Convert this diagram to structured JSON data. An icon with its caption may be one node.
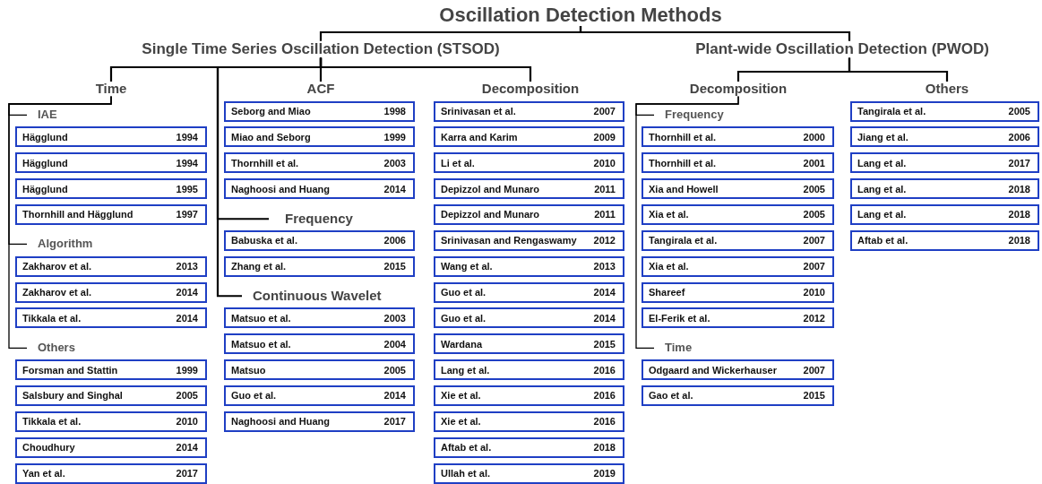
{
  "diagram": {
    "nodes": [
      {
        "text": [
          "Oscillation Detection Methods"
        ]
      },
      {
        "text": [
          "Single Time Series Oscillation Detection (STSOD)"
        ]
      },
      {
        "text": [
          "Plant-wide Oscillation Detection (PWOD)"
        ]
      },
      {
        "text": [
          "Time"
        ]
      },
      {
        "text": [
          "ACF"
        ]
      },
      {
        "text": [
          "Decomposition"
        ]
      },
      {
        "text": [
          "Decomposition"
        ]
      },
      {
        "text": [
          "Others"
        ]
      },
      {
        "text": [
          "IAE"
        ]
      },
      {
        "text": [
          "Algorithm"
        ]
      },
      {
        "text": [
          "Others"
        ]
      },
      {
        "text": [
          "Frequency"
        ]
      },
      {
        "text": [
          "Continuous Wavelet"
        ]
      },
      {
        "text": [
          "Frequency"
        ]
      },
      {
        "text": [
          "Time"
        ]
      },
      {
        "text": [
          "Hägglund",
          "1994"
        ]
      },
      {
        "text": [
          "Hägglund",
          "1994"
        ]
      },
      {
        "text": [
          "Hägglund",
          "1995"
        ]
      },
      {
        "text": [
          "Thornhill and Hägglund",
          "1997"
        ]
      },
      {
        "text": [
          "Zakharov et al.",
          "2013"
        ]
      },
      {
        "text": [
          "Zakharov et al.",
          "2014"
        ]
      },
      {
        "text": [
          "Tikkala et al.",
          "2014"
        ]
      },
      {
        "text": [
          "Forsman and Stattin",
          "1999"
        ]
      },
      {
        "text": [
          "Salsbury and Singhal",
          "2005"
        ]
      },
      {
        "text": [
          "Tikkala et al.",
          "2010"
        ]
      },
      {
        "text": [
          "Choudhury",
          "2014"
        ]
      },
      {
        "text": [
          "Yan et al.",
          "2017"
        ]
      },
      {
        "text": [
          "Seborg and Miao",
          "1998"
        ]
      },
      {
        "text": [
          "Miao and Seborg",
          "1999"
        ]
      },
      {
        "text": [
          "Thornhill et al.",
          "2003"
        ]
      },
      {
        "text": [
          "Naghoosi and Huang",
          "2014"
        ]
      },
      {
        "text": [
          "Babuska et al.",
          "2006"
        ]
      },
      {
        "text": [
          "Zhang et al.",
          "2015"
        ]
      },
      {
        "text": [
          "Matsuo et al.",
          "2003"
        ]
      },
      {
        "text": [
          "Matsuo et al.",
          "2004"
        ]
      },
      {
        "text": [
          "Matsuo",
          "2005"
        ]
      },
      {
        "text": [
          "Guo et al.",
          "2014"
        ]
      },
      {
        "text": [
          "Naghoosi and Huang",
          "2017"
        ]
      },
      {
        "text": [
          "Srinivasan et al.",
          "2007"
        ]
      },
      {
        "text": [
          "Karra and Karim",
          "2009"
        ]
      },
      {
        "text": [
          "Li et al.",
          "2010"
        ]
      },
      {
        "text": [
          "Depizzol and Munaro",
          "2011"
        ]
      },
      {
        "text": [
          "Depizzol and Munaro",
          "2011"
        ]
      },
      {
        "text": [
          "Srinivasan and Rengaswamy",
          "2012"
        ]
      },
      {
        "text": [
          "Wang et al.",
          "2013"
        ]
      },
      {
        "text": [
          "Guo et al.",
          "2014"
        ]
      },
      {
        "text": [
          "Guo et al.",
          "2014"
        ]
      },
      {
        "text": [
          "Wardana",
          "2015"
        ]
      },
      {
        "text": [
          "Lang et al.",
          "2016"
        ]
      },
      {
        "text": [
          "Xie et al.",
          "2016"
        ]
      },
      {
        "text": [
          "Xie et al.",
          "2016"
        ]
      },
      {
        "text": [
          "Aftab et al.",
          "2018"
        ]
      },
      {
        "text": [
          "Ullah et al.",
          "2019"
        ]
      },
      {
        "text": [
          "Thornhill et al.",
          "2000"
        ]
      },
      {
        "text": [
          "Thornhill et al.",
          "2001"
        ]
      },
      {
        "text": [
          "Xia and Howell",
          "2005"
        ]
      },
      {
        "text": [
          "Xia et al.",
          "2005"
        ]
      },
      {
        "text": [
          "Tangirala et al.",
          "2007"
        ]
      },
      {
        "text": [
          "Xia et al.",
          "2007"
        ]
      },
      {
        "text": [
          "Shareef",
          "2010"
        ]
      },
      {
        "text": [
          "El-Ferik et al.",
          "2012"
        ]
      },
      {
        "text": [
          "Odgaard and Wickerhauser",
          "2007"
        ]
      },
      {
        "text": [
          "Gao et al.",
          "2015"
        ]
      },
      {
        "text": [
          "Tangirala et al.",
          "2005"
        ]
      },
      {
        "text": [
          "Jiang et al.",
          "2006"
        ]
      },
      {
        "text": [
          "Lang et al.",
          "2017"
        ]
      },
      {
        "text": [
          "Lang et al.",
          "2018"
        ]
      },
      {
        "text": [
          "Lang et al.",
          "2018"
        ]
      },
      {
        "text": [
          "Aftab et al.",
          "2018"
        ]
      }
    ],
    "edges": [
      {
        "from": 0,
        "to": 1,
        "arrow": "none"
      },
      {
        "from": 0,
        "to": 2,
        "arrow": "none"
      },
      {
        "from": 1,
        "to": 3,
        "arrow": "none"
      },
      {
        "from": 1,
        "to": 4,
        "arrow": "none"
      },
      {
        "from": 1,
        "to": 5,
        "arrow": "none"
      },
      {
        "from": 1,
        "to": 11,
        "arrow": "none"
      },
      {
        "from": 1,
        "to": 12,
        "arrow": "none"
      },
      {
        "from": 2,
        "to": 6,
        "arrow": "none"
      },
      {
        "from": 2,
        "to": 7,
        "arrow": "none"
      },
      {
        "from": 3,
        "to": 8,
        "arrow": "none"
      },
      {
        "from": 3,
        "to": 9,
        "arrow": "none"
      },
      {
        "from": 3,
        "to": 10,
        "arrow": "none"
      },
      {
        "from": 6,
        "to": 13,
        "arrow": "none"
      },
      {
        "from": 6,
        "to": 14,
        "arrow": "none"
      }
    ]
  }
}
